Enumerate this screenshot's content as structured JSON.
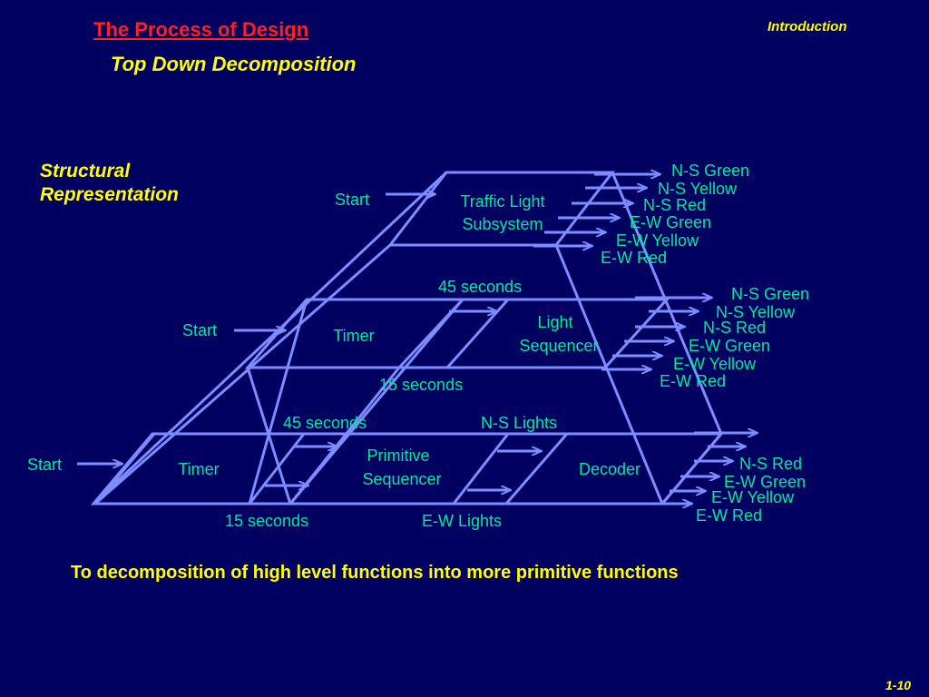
{
  "header": {
    "title": "The Process of Design",
    "subtitle": "Top Down Decomposition",
    "section": "Introduction"
  },
  "structural_label": "Structural Representation",
  "caption": "To decomposition of high level functions into more primitive functions",
  "page_number": "1-10",
  "colors": {
    "background": "#000060",
    "title": "#ff2020",
    "text": "#ffff00",
    "labels": "#00e8a0",
    "lines": "#7d8cff"
  },
  "diagram": {
    "level1": {
      "block": [
        "Traffic Light",
        "Subsystem"
      ],
      "input": "Start",
      "outputs": [
        "N-S Green",
        "N-S Yellow",
        "N-S Red",
        "E-W Green",
        "E-W Yellow",
        "E-W Red"
      ]
    },
    "level2": {
      "input": "Start",
      "timer": "Timer",
      "sequencer": [
        "Light",
        "Sequencer"
      ],
      "signal_45": "45 seconds",
      "signal_15": "15 seconds",
      "outputs": [
        "N-S Green",
        "N-S Yellow",
        "N-S Red",
        "E-W Green",
        "E-W Yellow",
        "E-W Red"
      ]
    },
    "level3": {
      "input": "Start",
      "timer": "Timer",
      "sequencer": [
        "Primitive",
        "Sequencer"
      ],
      "decoder": "Decoder",
      "signal_45": "45 seconds",
      "signal_15": "15 seconds",
      "ns_lights": "N-S Lights",
      "ew_lights": "E-W Lights",
      "outputs": [
        "N-S Red",
        "E-W Green",
        "E-W Yellow",
        "E-W Red"
      ]
    }
  }
}
